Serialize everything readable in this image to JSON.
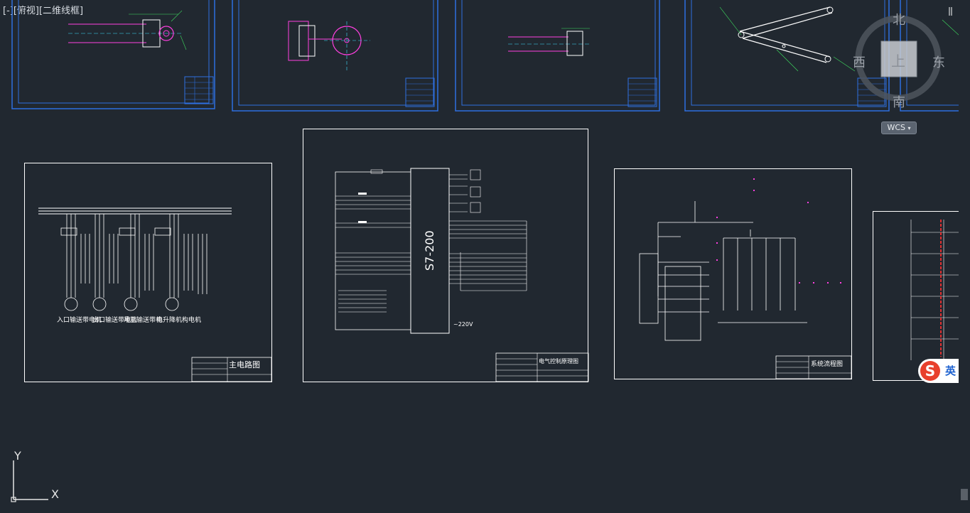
{
  "viewport": {
    "label": "[-][俯视][二维线框]"
  },
  "viewcube": {
    "north": "北",
    "south": "南",
    "east": "东",
    "west": "西",
    "top_face": "上"
  },
  "wcs": {
    "label": "WCS"
  },
  "ucs": {
    "y_label": "Y",
    "x_label": "X"
  },
  "ime": {
    "logo": "S",
    "lang": "英",
    "dot": "•"
  },
  "drawings": {
    "main_circuit": {
      "title": "主电路图",
      "motor_labels": [
        "入口输送带电机",
        "出口输送带电机",
        "吊篮输送带机",
        "电升降机构电机"
      ]
    },
    "plc": {
      "title": "电气控制原理图",
      "plc_label": "S7-200",
      "voltage": "~220V"
    },
    "system": {
      "title": "系统流程图"
    }
  },
  "colors": {
    "background": "#212830",
    "sheet_border_blue": "#2e6fe0",
    "sheet_border_white": "#ffffff",
    "drawing_magenta": "#ff3fe0",
    "drawing_cyan": "#3fe0ff",
    "drawing_green": "#3fe060"
  }
}
